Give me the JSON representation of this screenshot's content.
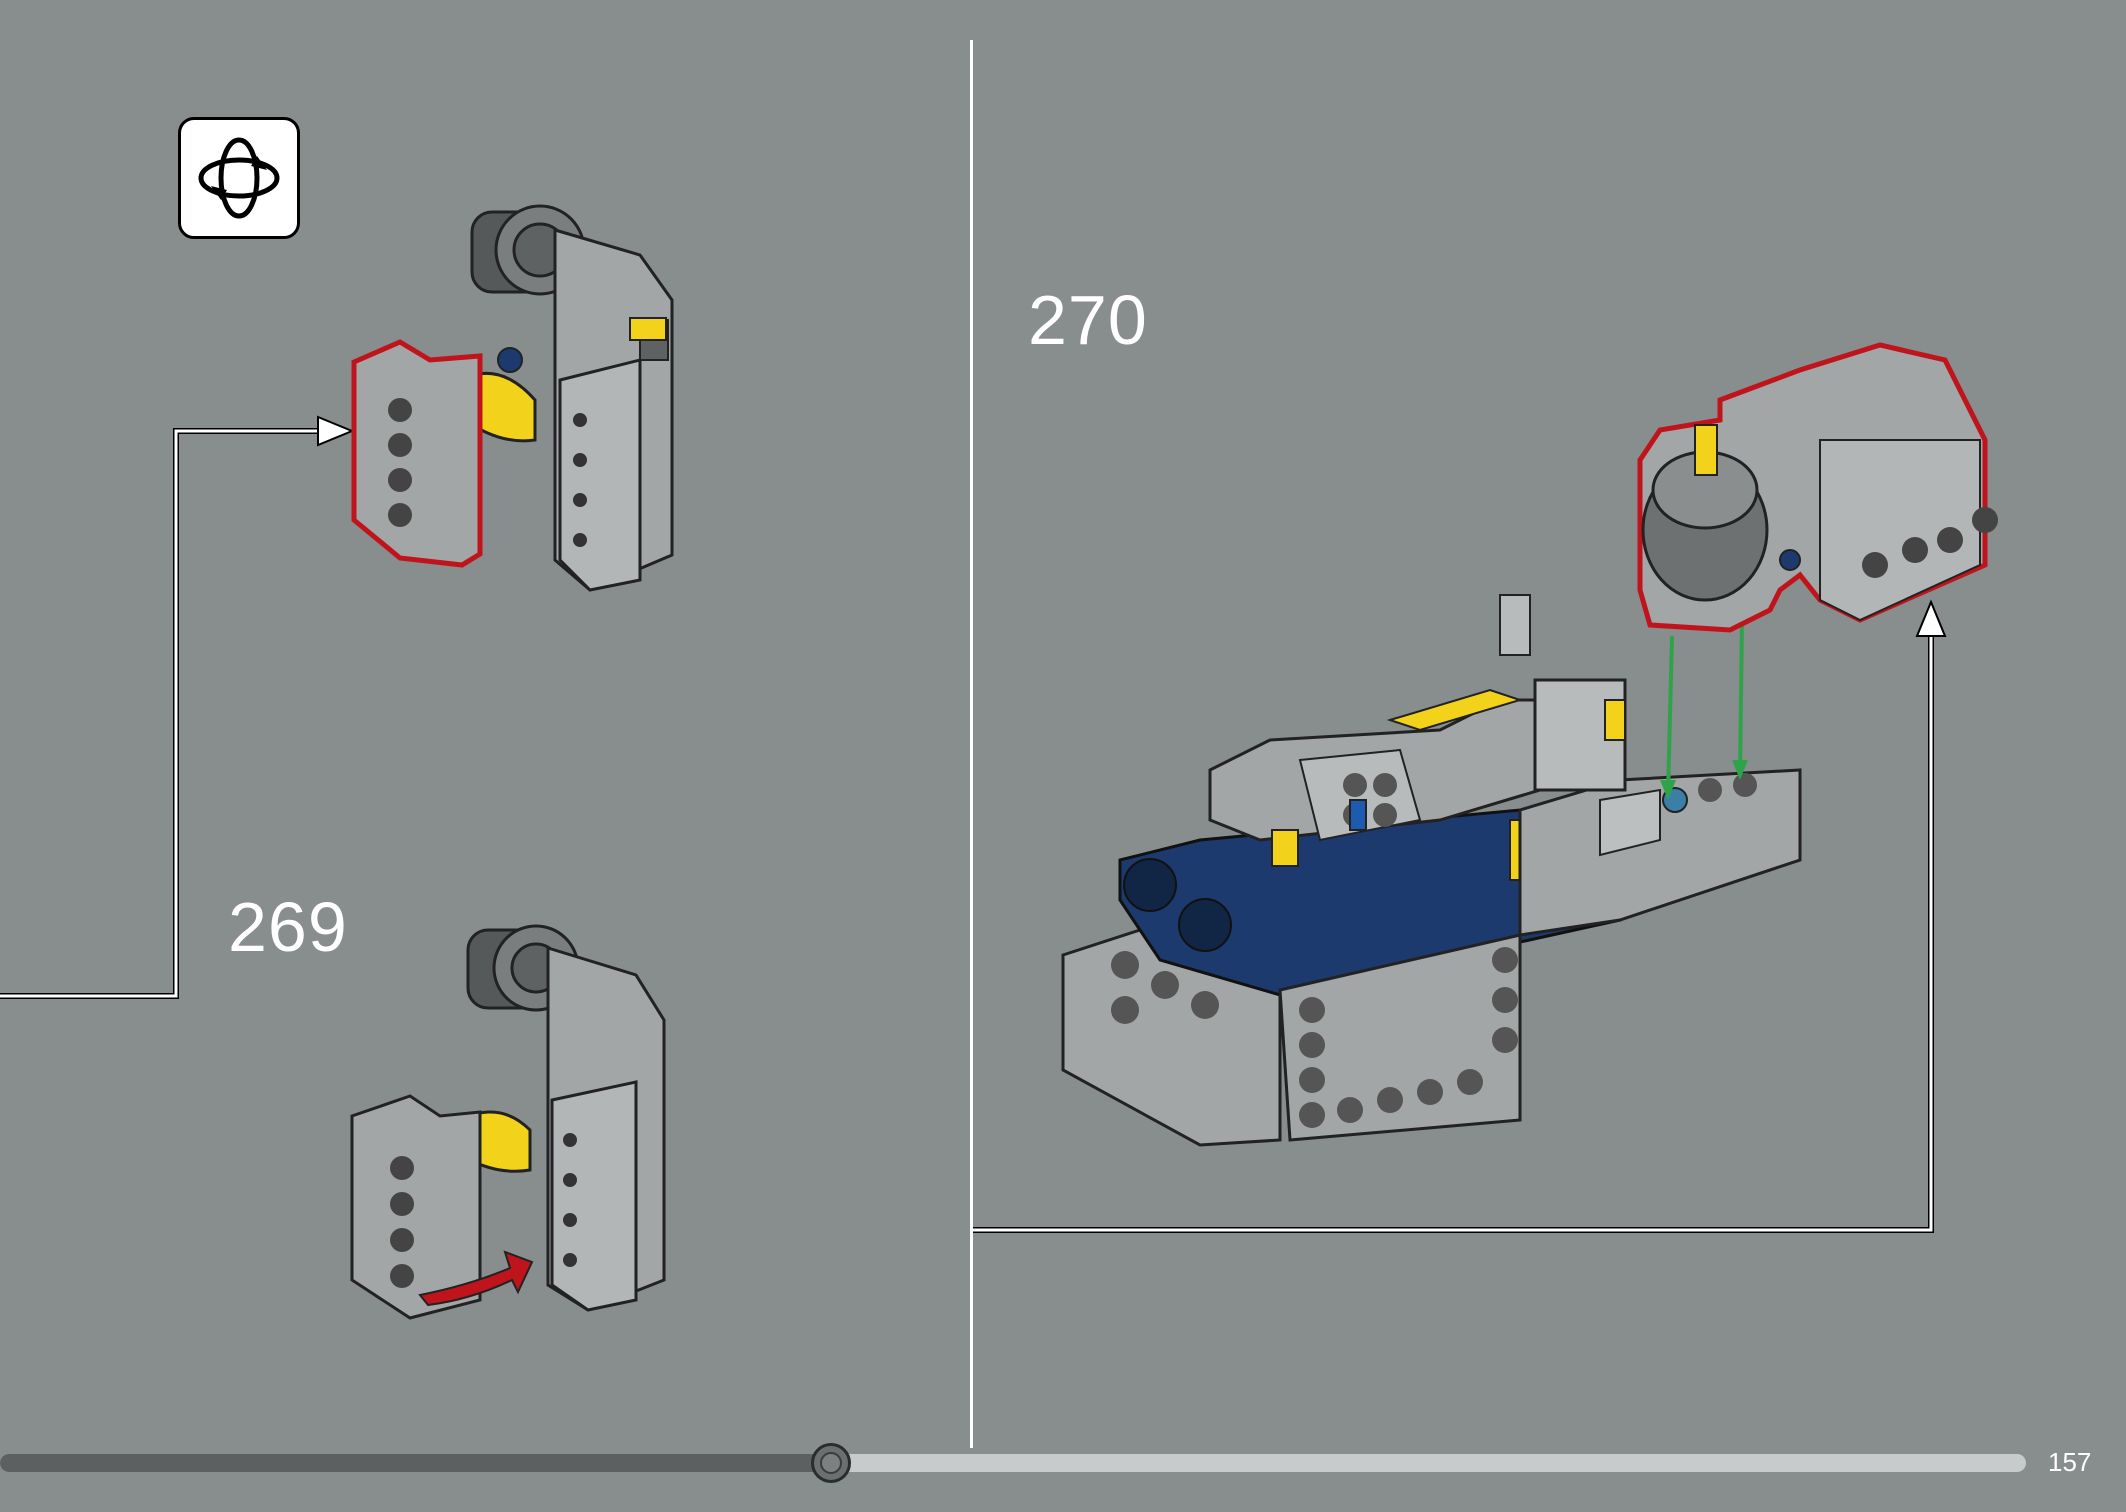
{
  "steps": {
    "step_a": "269",
    "step_b": "270"
  },
  "page": {
    "number": "157"
  },
  "progress": {
    "fraction": 0.41
  },
  "icons": {
    "rotate": "rotate-model-icon",
    "callout_arrow": "arrow-right-icon",
    "attach_arrow": "arrow-up-icon",
    "rotate_part_arrow": "curved-arrow-icon"
  },
  "colors": {
    "background": "#888d8e",
    "part_gray": "#a3a6a6",
    "part_dark": "#5f6262",
    "highlight_red": "#c0141c",
    "blue": "#1d3a6e",
    "yellow": "#f3d21b",
    "guide_green": "#2fa34a"
  }
}
